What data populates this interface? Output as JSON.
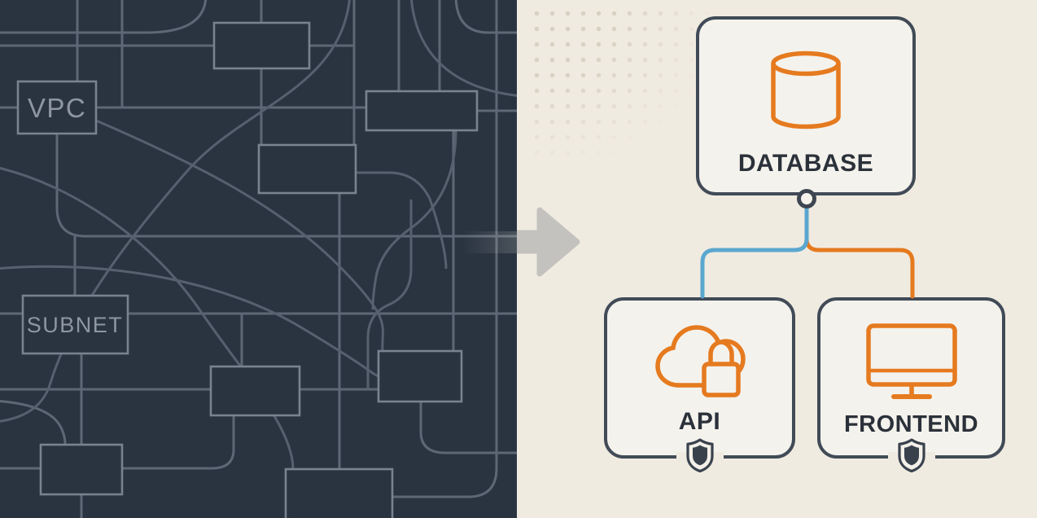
{
  "illustration": {
    "left_panel": {
      "labels": [
        {
          "text": "VPC"
        },
        {
          "text": "SUBNET"
        }
      ]
    },
    "right_panel": {
      "nodes": [
        {
          "label": "DATABASE",
          "icon": "database-cylinder-icon"
        },
        {
          "label": "API",
          "icon": "cloud-lock-icon",
          "badge": "shield-badge-icon"
        },
        {
          "label": "FRONTEND",
          "icon": "monitor-icon",
          "badge": "shield-badge-icon"
        }
      ],
      "arrow_icon": "right-arrow-icon"
    },
    "colors": {
      "dark_background": "#2a3441",
      "light_background": "#f0ebe1",
      "node_fill": "#f4f2ec",
      "node_border": "#414b57",
      "accent_orange": "#e57a1f",
      "accent_blue": "#5ba7cf",
      "tangle_line": "#5d6775",
      "label_dark": "#2b313a",
      "label_gray": "#8e96a2",
      "arrow_gray": "#c4c2be"
    }
  }
}
